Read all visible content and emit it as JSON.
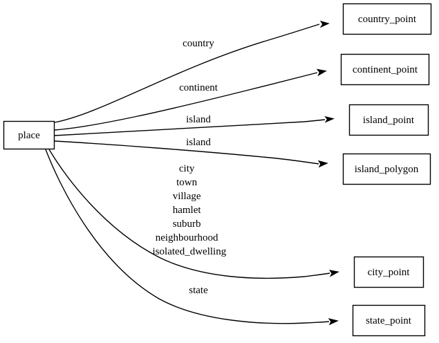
{
  "diagram": {
    "type": "directed-graph",
    "title": "",
    "background_color": "#ffffff",
    "line_color": "#000000",
    "text_color": "#000000",
    "nodes": [
      {
        "id": "place",
        "label": "place"
      },
      {
        "id": "country_point",
        "label": "country_point"
      },
      {
        "id": "continent_point",
        "label": "continent_point"
      },
      {
        "id": "island_point",
        "label": "island_point"
      },
      {
        "id": "island_polygon",
        "label": "island_polygon"
      },
      {
        "id": "city_point",
        "label": "city_point"
      },
      {
        "id": "state_point",
        "label": "state_point"
      }
    ],
    "edges": [
      {
        "from": "place",
        "to": "country_point",
        "label": "country"
      },
      {
        "from": "place",
        "to": "continent_point",
        "label": "continent"
      },
      {
        "from": "place",
        "to": "island_point",
        "label": "island"
      },
      {
        "from": "place",
        "to": "island_polygon",
        "label": "island"
      },
      {
        "from": "place",
        "to": "city_point",
        "label": "city\ntown\nvillage\nhamlet\nsuburb\nneighbourhood\nisolated_dwelling"
      },
      {
        "from": "place",
        "to": "state_point",
        "label": "state"
      }
    ],
    "edge_label_lines": {
      "country": [
        "country"
      ],
      "continent": [
        "continent"
      ],
      "island_a": [
        "island"
      ],
      "island_b": [
        "island"
      ],
      "city": [
        "city",
        "town",
        "village",
        "hamlet",
        "suburb",
        "neighbourhood",
        "isolated_dwelling"
      ],
      "state": [
        "state"
      ]
    }
  }
}
